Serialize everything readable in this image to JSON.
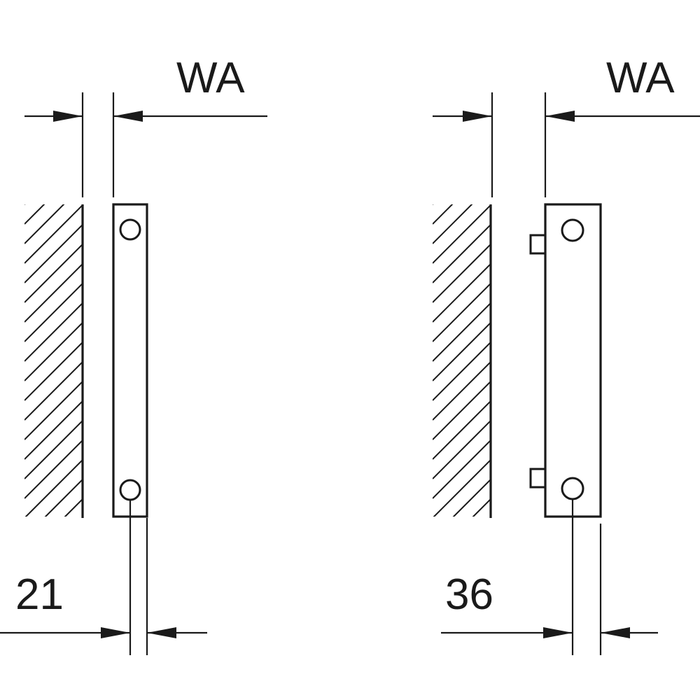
{
  "diagrams": [
    {
      "wall_distance_label": "WA",
      "pipe_offset_label": "21",
      "variant": "without-brackets"
    },
    {
      "wall_distance_label": "WA",
      "pipe_offset_label": "36",
      "variant": "with-brackets"
    }
  ]
}
